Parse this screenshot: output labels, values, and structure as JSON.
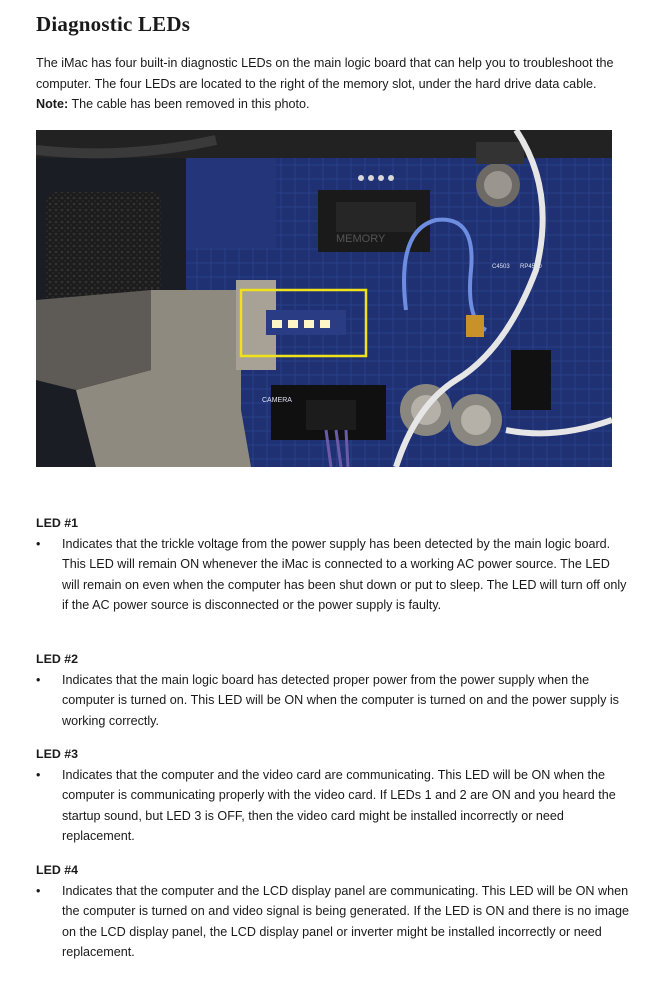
{
  "title": "Diagnostic LEDs",
  "intro": {
    "text": "The iMac has four built-in diagnostic LEDs on the main logic board that can help you to troubleshoot the computer. The four LEDs are located to the right of the memory slot, under the hard drive data cable.",
    "note_label": "Note:",
    "note_text": " The cable has been removed in this photo."
  },
  "photo": {
    "labels": [
      "C4503",
      "RP4500",
      "CAMERA",
      "MEMORY"
    ]
  },
  "sections": [
    {
      "heading": "LED #1",
      "bullet": "•",
      "text": "Indicates that the trickle voltage from the power supply has been detected by the main logic board. This LED will remain ON whenever the iMac is connected to a working AC power source. The LED will remain on even when the computer has been shut down or put to sleep. The LED will turn off only if the AC power source is disconnected or the power supply is faulty."
    },
    {
      "heading": "LED #2",
      "bullet": "•",
      "text": "Indicates that the main logic board has detected proper power from the power supply when the computer is turned on. This LED will be ON when the computer is turned on and the power supply is working correctly."
    },
    {
      "heading": "LED #3",
      "bullet": "•",
      "text": "Indicates that the computer and the video card are communicating. This LED will be ON when the computer is communicating properly with the video card. If LEDs 1 and 2 are ON and you heard the startup sound, but LED 3 is OFF, then the video card might be installed incorrectly or need replacement."
    },
    {
      "heading": "LED #4",
      "bullet": "•",
      "text": "Indicates that the computer and the LCD display panel are communicating. This LED will be ON when the computer is turned on and video signal is being generated. If the LED is ON and there is no image on the LCD display panel, the LCD display panel or inverter might be installed incorrectly or need replacement."
    }
  ],
  "colors": {
    "board": "#1e2f6e",
    "highlight_box": "#f0e21a",
    "led": "#fff6c8"
  }
}
